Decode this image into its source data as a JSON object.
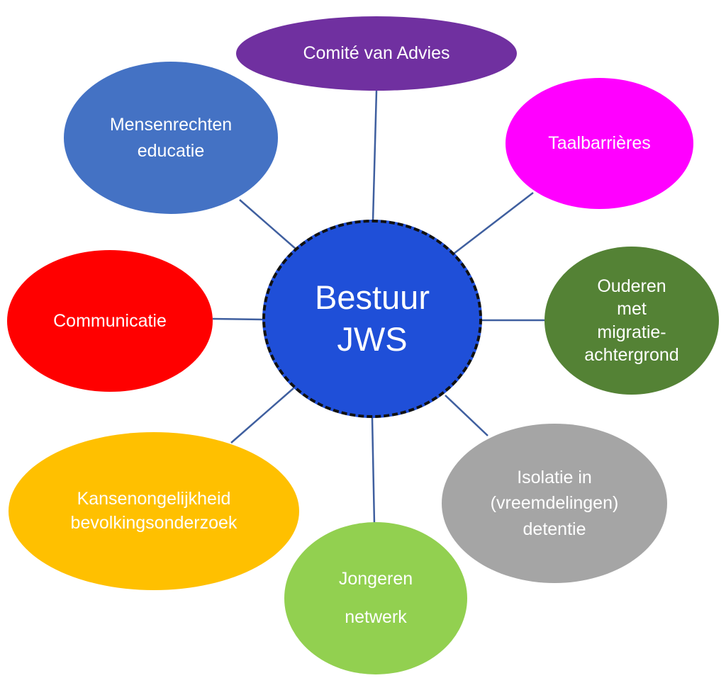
{
  "center": {
    "lines": [
      "Bestuur",
      "JWS"
    ],
    "color": "#1f4fd8",
    "border": "dashed-black"
  },
  "nodes": [
    {
      "id": "comite",
      "lines": [
        "Comité van Advies"
      ],
      "color": "#7030a0"
    },
    {
      "id": "mensen",
      "lines": [
        "Mensenrechten",
        "educatie"
      ],
      "color": "#4472c4"
    },
    {
      "id": "taal",
      "lines": [
        "Taalbarrières"
      ],
      "color": "#ff00ff"
    },
    {
      "id": "comm",
      "lines": [
        "Communicatie"
      ],
      "color": "#ff0000"
    },
    {
      "id": "ouderen",
      "lines": [
        "Ouderen",
        "met",
        "migratie-",
        "achtergrond"
      ],
      "color": "#548235"
    },
    {
      "id": "kans",
      "lines": [
        "Kansenongelijkheid",
        "bevolkingsonderzoek"
      ],
      "color": "#ffc000"
    },
    {
      "id": "isolatie",
      "lines": [
        "Isolatie in",
        "(vreemdelingen)",
        "detentie"
      ],
      "color": "#a5a5a5"
    },
    {
      "id": "jongeren",
      "lines": [
        "Jongeren",
        "netwerk"
      ],
      "color": "#92d050"
    }
  ],
  "connector_color": "#3f5f9f"
}
